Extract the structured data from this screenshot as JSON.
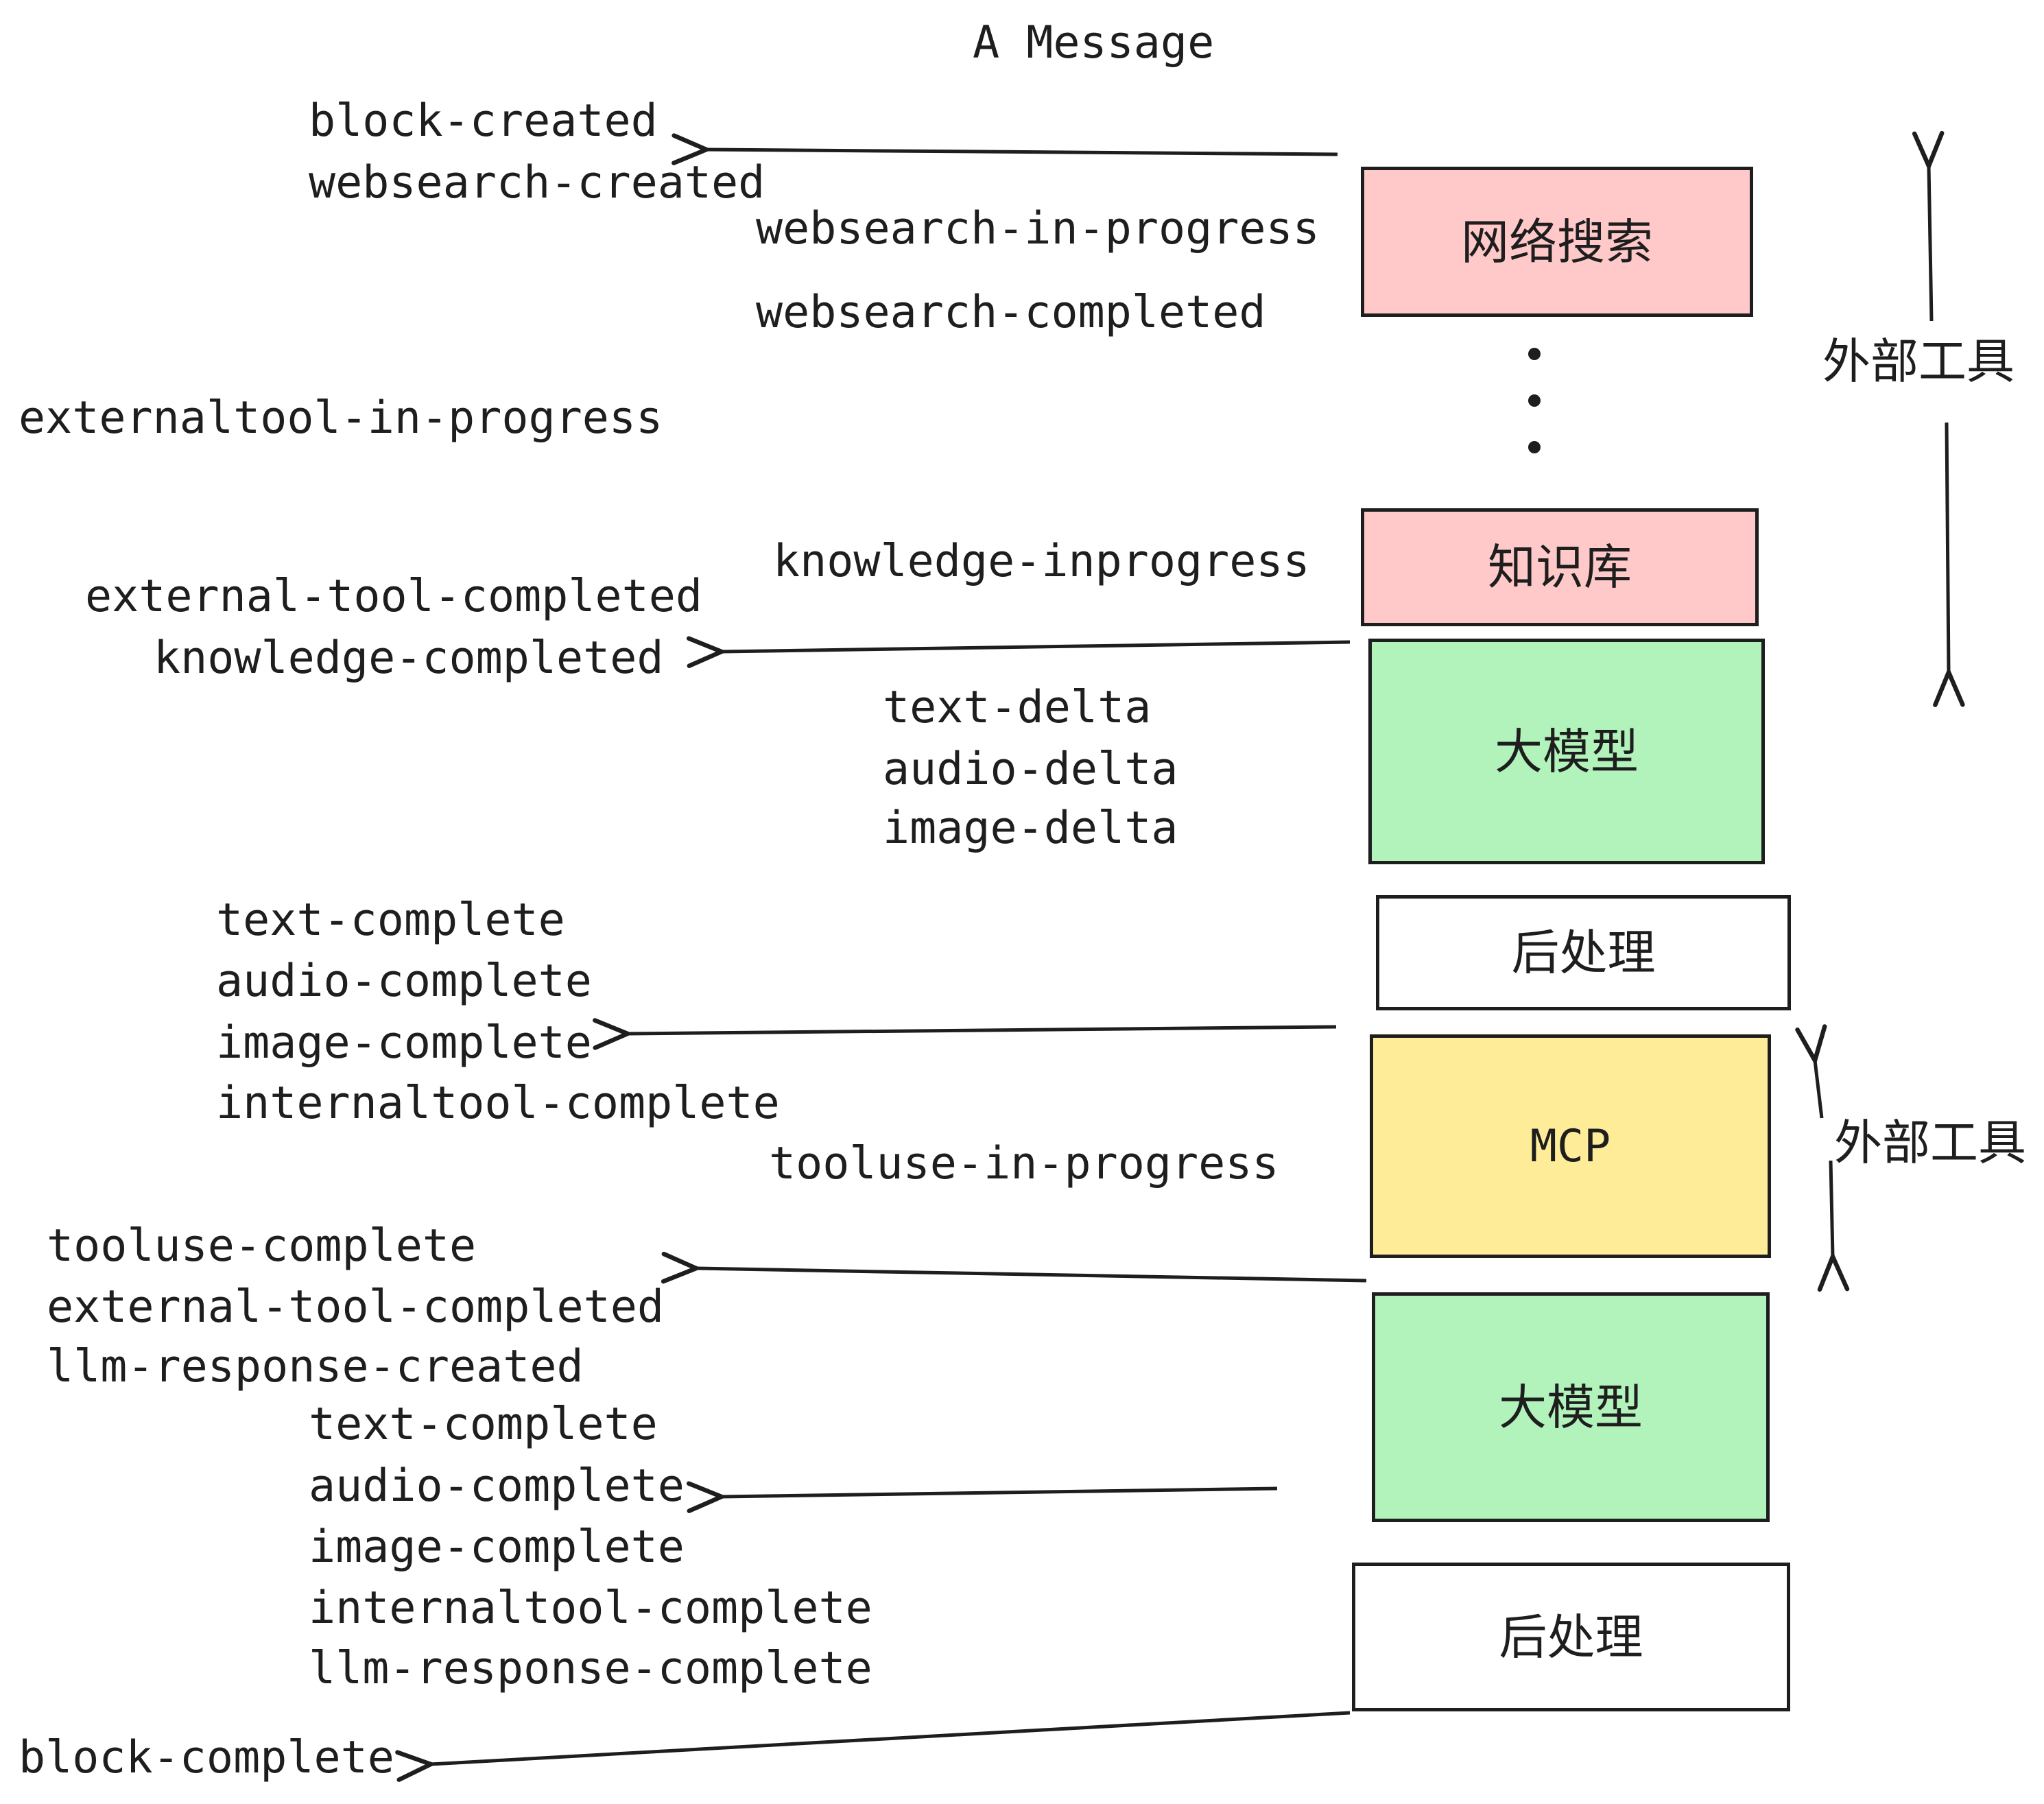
{
  "title": "A Message",
  "colors": {
    "pink": "#ffc9c9",
    "green": "#b2f2bb",
    "yellow": "#ffec99",
    "white": "#ffffff",
    "ink": "#1e1e1e"
  },
  "boxes": [
    {
      "id": "websearch",
      "label": "网络搜索",
      "color": "#ffc9c9"
    },
    {
      "id": "knowledge",
      "label": "知识库",
      "color": "#ffc9c9"
    },
    {
      "id": "llm-1",
      "label": "大模型",
      "color": "#b2f2bb"
    },
    {
      "id": "postprocess-1",
      "label": "后处理",
      "color": "#ffffff"
    },
    {
      "id": "mcp",
      "label": "MCP",
      "color": "#ffec99"
    },
    {
      "id": "llm-2",
      "label": "大模型",
      "color": "#b2f2bb"
    },
    {
      "id": "postprocess-2",
      "label": "后处理",
      "color": "#ffffff"
    }
  ],
  "annotations": {
    "external_tools_1": "外部工具",
    "external_tools_2": "外部工具"
  },
  "events": {
    "block_created": "block-created",
    "websearch_created": "websearch-created",
    "websearch_in_progress": "websearch-in-progress",
    "websearch_completed": "websearch-completed",
    "externaltool_in_progress": "externaltool-in-progress",
    "knowledge_inprogress": "knowledge-inprogress",
    "external_tool_completed_1": "external-tool-completed",
    "knowledge_completed": "knowledge-completed",
    "text_delta_1": "text-delta",
    "audio_delta_1": "audio-delta",
    "image_delta_1": "image-delta",
    "text_complete_1": "text-complete",
    "audio_complete_1": "audio-complete",
    "image_complete_1": "image-complete",
    "internaltool_complete_1": "internaltool-complete",
    "tooluse_in_progress": "tooluse-in-progress",
    "tooluse_complete": "tooluse-complete",
    "external_tool_completed_2": "external-tool-completed",
    "llm_response_created": "llm-response-created",
    "text_complete_2": "text-complete",
    "audio_complete_2": "audio-complete",
    "image_complete_2": "image-complete",
    "internaltool_complete_2": "internaltool-complete",
    "llm_response_complete": "llm-response-complete",
    "block_complete": "block-complete"
  }
}
